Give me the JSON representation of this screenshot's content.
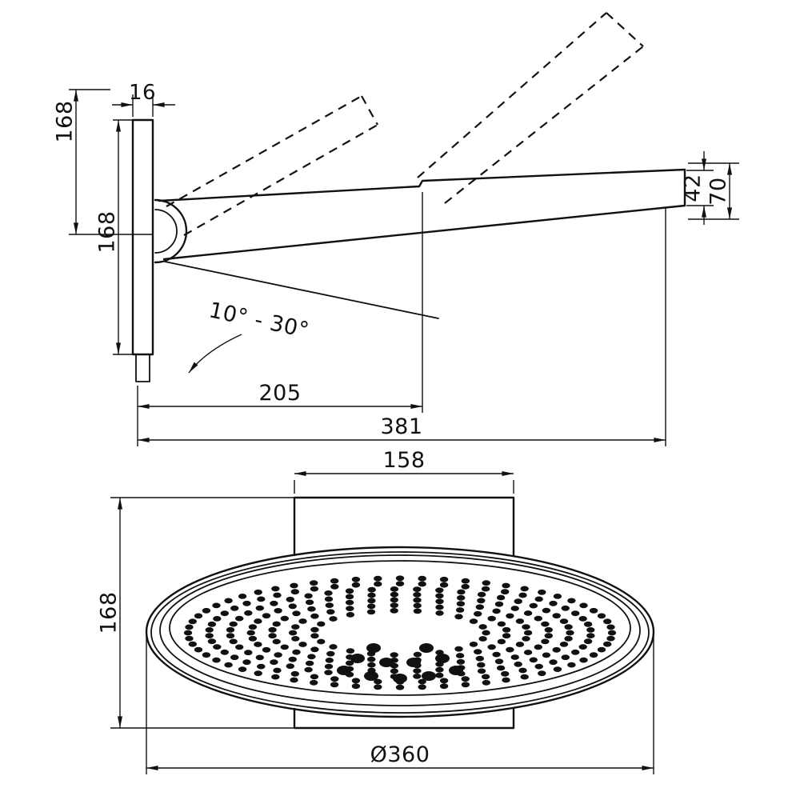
{
  "side_view": {
    "plate_offset": "168",
    "plate_thickness": "16",
    "plate_height": "168",
    "head_edge_height": "42",
    "head_overall_height": "70",
    "tilt_range": "10° - 30°",
    "arm_projection": "205",
    "total_projection": "381"
  },
  "front_view": {
    "connector_width": "158",
    "body_height": "168",
    "diameter": "Ø360"
  },
  "colors": {
    "line": "#111111",
    "background": "#ffffff"
  }
}
